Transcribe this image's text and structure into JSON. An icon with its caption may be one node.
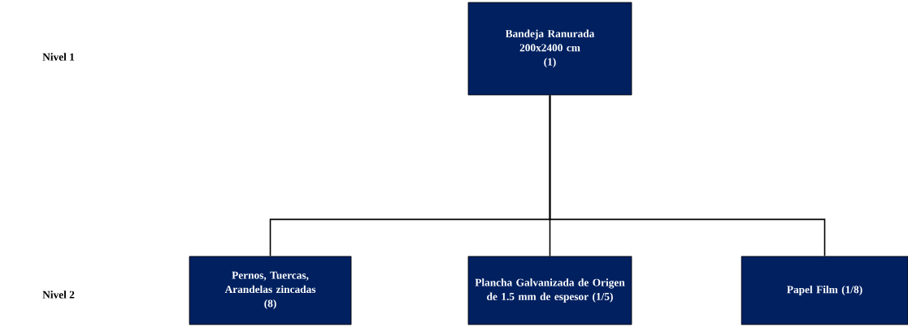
{
  "diagram": {
    "nodes": [
      {
        "text": [
          "Bandeja Ranurada 200x2400 cm",
          "(1)"
        ]
      },
      {
        "text": [
          "Pernos, Tuercas, Arandelas zincadas",
          "(8)"
        ]
      },
      {
        "text": [
          "Plancha Galvanizada de Origen de 1.5 mm de espesor (1/5)"
        ]
      },
      {
        "text": [
          "Papel Film (1/8)"
        ]
      }
    ],
    "edges": [
      {
        "from": 0,
        "to": 1,
        "arrow": "none"
      },
      {
        "from": 0,
        "to": 2,
        "arrow": "none"
      },
      {
        "from": 0,
        "to": 3,
        "arrow": "none"
      }
    ],
    "labels": [
      "Nivel 1",
      "Nivel 2"
    ]
  }
}
